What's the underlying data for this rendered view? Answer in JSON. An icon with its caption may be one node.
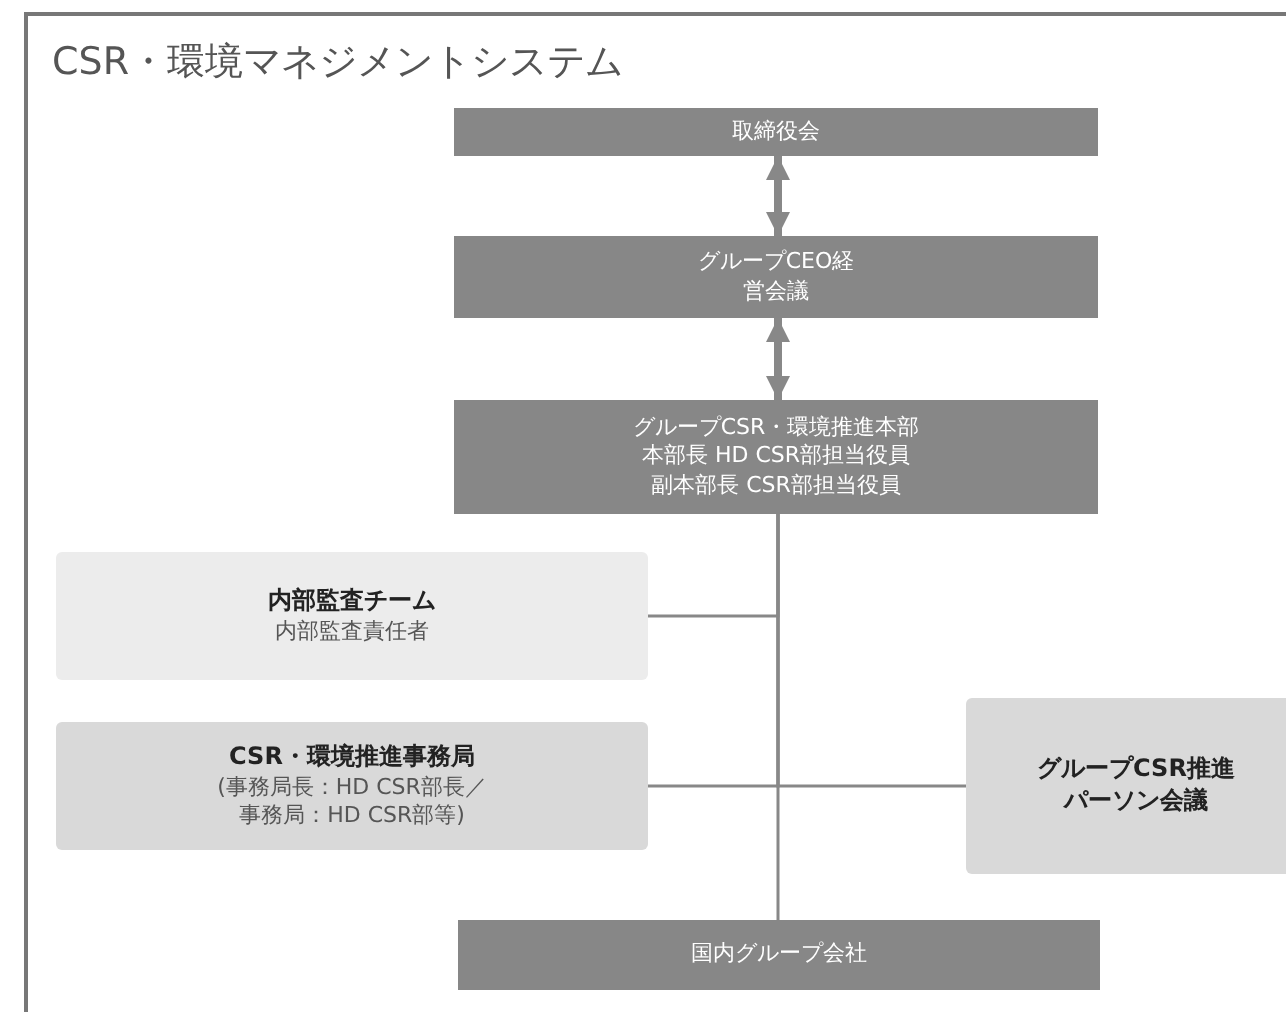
{
  "diagram": {
    "title": "CSR・環境マネジメントシステム",
    "nodes": [
      {
        "text": [
          "取締役会"
        ]
      },
      {
        "text": [
          "グループCEO経営会議"
        ]
      },
      {
        "text": [
          "グループCSR・環境推進本部",
          "本部長 HD CSR部担当役員",
          "副本部長 CSR部担当役員"
        ]
      },
      {
        "text": [
          "内部監査チーム",
          "内部監査責任者"
        ]
      },
      {
        "text": [
          "CSR・環境推進事務局",
          "(事務局長：HD CSR部長／事務局：HD CSR部等)"
        ]
      },
      {
        "text": [
          "グループCSR推進パーソン会議"
        ]
      },
      {
        "text": [
          "国内グループ会社"
        ]
      }
    ],
    "edges": [
      {
        "from": 0,
        "to": 1,
        "arrow": "both",
        "style": "thick"
      },
      {
        "from": 1,
        "to": 2,
        "arrow": "both",
        "style": "thick"
      },
      {
        "from": 2,
        "to": 6,
        "arrow": "none"
      },
      {
        "from": 2,
        "to": 3,
        "arrow": "none"
      },
      {
        "from": 2,
        "to": 4,
        "arrow": "none"
      },
      {
        "from": 2,
        "to": 5,
        "arrow": "none"
      }
    ]
  }
}
